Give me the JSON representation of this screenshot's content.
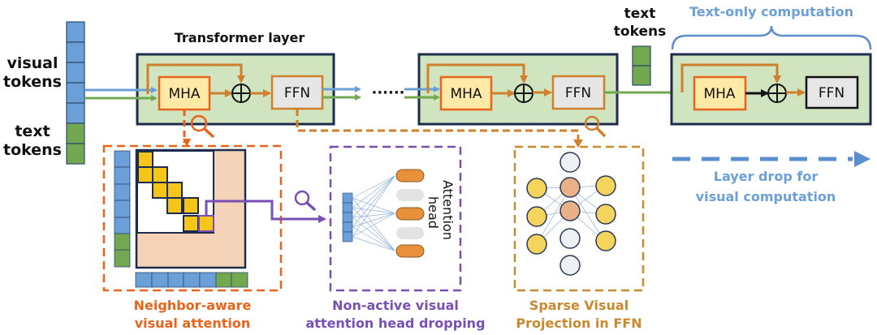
{
  "colors": {
    "visual_token": "#6a9fd8",
    "text_token": "#72a850",
    "layer_bg": "#cfe4bf",
    "layer_border": "#1d2b4f",
    "mha_fill": "#ffe9a6",
    "mha_border": "#e8641b",
    "ffn_fill": "#e6e6e6",
    "ffn_border": "#d0802a",
    "residual": "#d0802a",
    "attention_highlight": "#f5c518",
    "attention_masked": "#f5d3b8",
    "neighbor_color": "#e8641b",
    "head_drop_color": "#7a4fb5",
    "sparse_ffn_color": "#c98a2e",
    "text_only_color": "#5b8fd0"
  },
  "input": {
    "visual_label_line1": "visual",
    "visual_label_line2": "tokens",
    "text_label_line1": "text",
    "text_label_line2": "tokens",
    "visual_token_count": 5,
    "text_token_count": 2
  },
  "layer1": {
    "title": "Transformer layer",
    "mha_label": "MHA",
    "ffn_label": "FFN",
    "add_symbol": "⊕"
  },
  "ellipsis": "······",
  "layer2": {
    "mha_label": "MHA",
    "ffn_label": "FFN"
  },
  "text_tokens_mid": {
    "line1": "text",
    "line2": "tokens",
    "count": 2
  },
  "layer3": {
    "header": "Text-only computation",
    "mha_label": "MHA",
    "ffn_label": "FFN"
  },
  "layer_drop": {
    "line1": "Layer drop for",
    "line2": "visual computation"
  },
  "panels": {
    "neighbor": {
      "caption_line1": "Neighbor-aware",
      "caption_line2": "visual attention"
    },
    "head_drop": {
      "side_label_line1": "Attention",
      "side_label_line2": "head",
      "caption_line1": "Non-active visual",
      "caption_line2": "attention head dropping",
      "active_heads": 3,
      "dropped_heads": 2
    },
    "sparse_ffn": {
      "caption_line1": "Sparse Visual",
      "caption_line2": "Projection in FFN",
      "active_hidden": 2,
      "inactive_hidden": 3
    }
  }
}
